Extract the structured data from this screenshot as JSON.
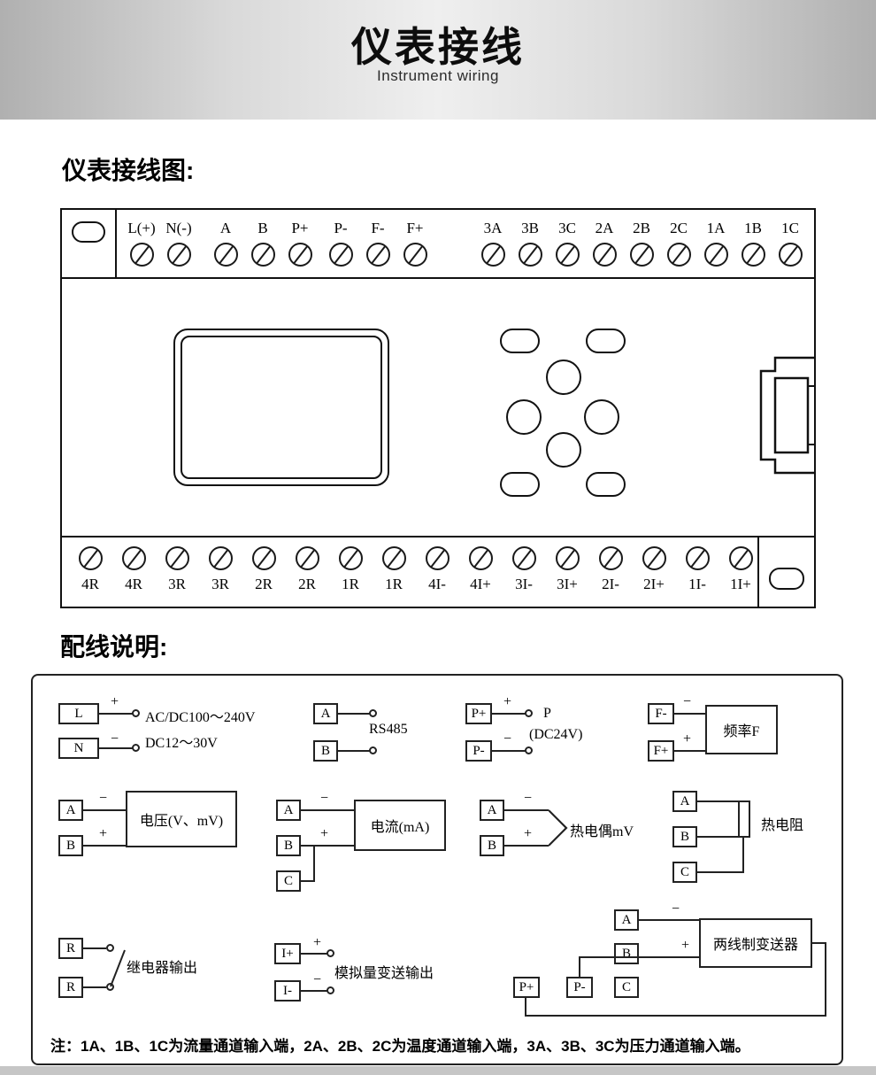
{
  "header": {
    "title": "仪表接线",
    "subtitle": "Instrument wiring"
  },
  "sections": {
    "diagram": "仪表接线图:",
    "instructions": "配线说明:"
  },
  "terminal_board": {
    "top_labels": [
      "L(+)",
      "N(-)",
      "A",
      "B",
      "P+",
      "P-",
      "F-",
      "F+",
      "3A",
      "3B",
      "3C",
      "2A",
      "2B",
      "2C",
      "1A",
      "1B",
      "1C"
    ],
    "bottom_labels": [
      "4R",
      "4R",
      "3R",
      "3R",
      "2R",
      "2R",
      "1R",
      "1R",
      "4I-",
      "4I+",
      "3I-",
      "3I+",
      "2I-",
      "2I+",
      "1I-",
      "1I+"
    ]
  },
  "symbols": {
    "plus": "+",
    "minus": "−"
  },
  "wiring": {
    "power": {
      "t1": "L",
      "t2": "N",
      "line1": "AC/DC100～240V",
      "line2": "DC12～30V"
    },
    "rs485": {
      "t1": "A",
      "t2": "B",
      "label": "RS485"
    },
    "dc24": {
      "t1": "P+",
      "t2": "P-",
      "label1": "P",
      "label2": "(DC24V)"
    },
    "freq": {
      "t1": "F-",
      "t2": "F+",
      "label": "频率F"
    },
    "voltage": {
      "t1": "A",
      "t2": "B",
      "label": "电压(V、mV)"
    },
    "current": {
      "t1": "A",
      "t2": "B",
      "t3": "C",
      "label": "电流(mA)"
    },
    "thermocouple": {
      "t1": "A",
      "t2": "B",
      "label": "热电偶mV"
    },
    "rtd": {
      "t1": "A",
      "t2": "B",
      "t3": "C",
      "label": "热电阻"
    },
    "relay": {
      "t1": "R",
      "t2": "R",
      "label": "继电器输出"
    },
    "analog": {
      "t1": "I+",
      "t2": "I-",
      "label": "模拟量变送输出"
    },
    "transmitter": {
      "tA": "A",
      "tB": "B",
      "tC": "C",
      "tP1": "P+",
      "tP2": "P-",
      "label": "两线制变送器"
    },
    "note": "注：1A、1B、1C为流量通道输入端，2A、2B、2C为温度通道输入端，3A、3B、3C为压力通道输入端。"
  }
}
